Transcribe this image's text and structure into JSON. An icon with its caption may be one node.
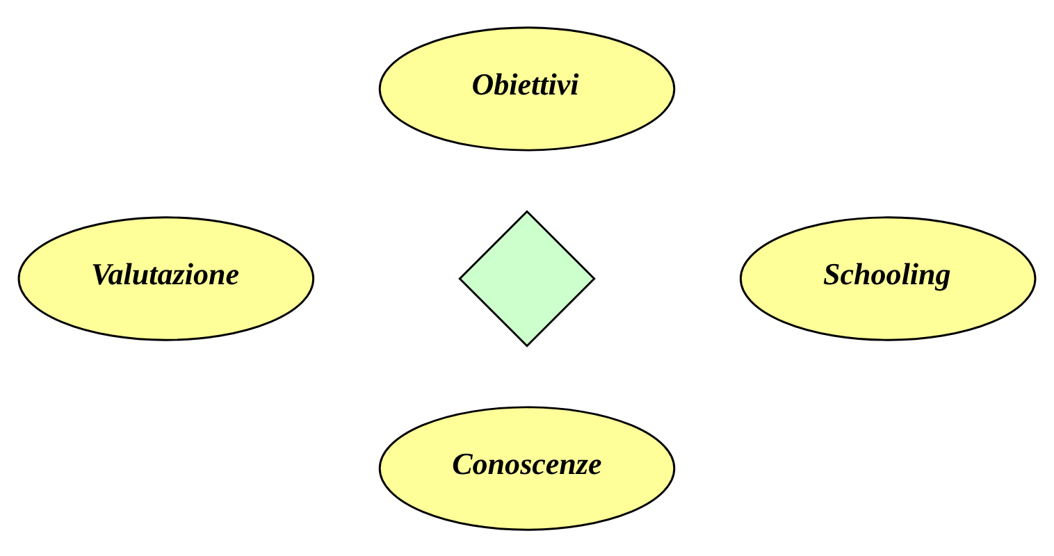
{
  "diagram": {
    "nodes": [
      {
        "text": [
          "Obiettivi"
        ]
      },
      {
        "text": [
          "Valutazione"
        ]
      },
      {
        "text": [
          "Schooling"
        ]
      },
      {
        "text": [
          "Conoscenze"
        ]
      },
      {
        "text": [],
        "shape": "arrow"
      }
    ]
  }
}
